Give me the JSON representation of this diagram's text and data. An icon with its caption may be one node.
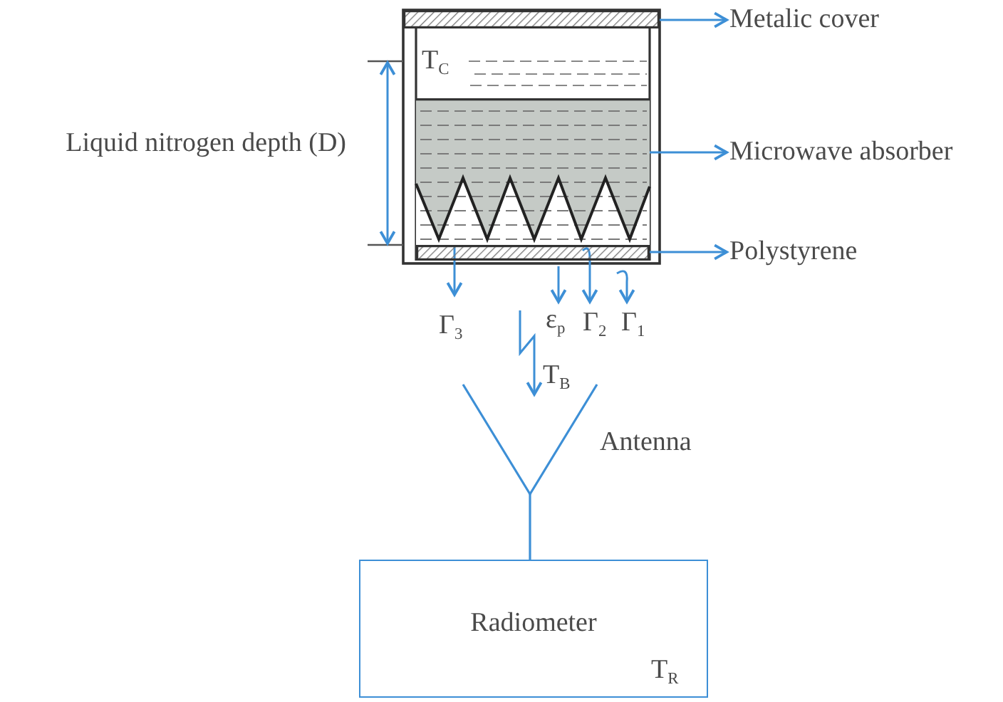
{
  "diagram": {
    "nodes": [
      {
        "text": [],
        "shape": "bar"
      },
      {
        "text": [
          "Metalic cover"
        ]
      },
      {
        "text": [],
        "shape": "box"
      },
      {
        "text": [
          "Microwave absorber"
        ]
      },
      {
        "text": [],
        "shape": "bar"
      },
      {
        "text": [
          "Polystyrene"
        ]
      },
      {
        "text": [],
        "shape": "picture",
        "beside": [
          "Antenna"
        ]
      },
      {
        "text": [
          "Radiometer",
          "T$_{R}$"
        ]
      }
    ],
    "edges": [
      {
        "from": 0,
        "to": 1,
        "arrow": "to"
      },
      {
        "from": 2,
        "to": 3,
        "arrow": "to"
      },
      {
        "from": 4,
        "to": 5,
        "arrow": "to"
      },
      {
        "from": 6,
        "to": 7,
        "arrow": "none"
      }
    ],
    "labels": [
      "T$_{C}$",
      "Liquid nitrogen depth (D)",
      "Γ$_{3}$",
      "ε$_{p}$",
      "Γ$_{2}$",
      "Γ$_{1}$",
      "T$_{B}$"
    ]
  }
}
